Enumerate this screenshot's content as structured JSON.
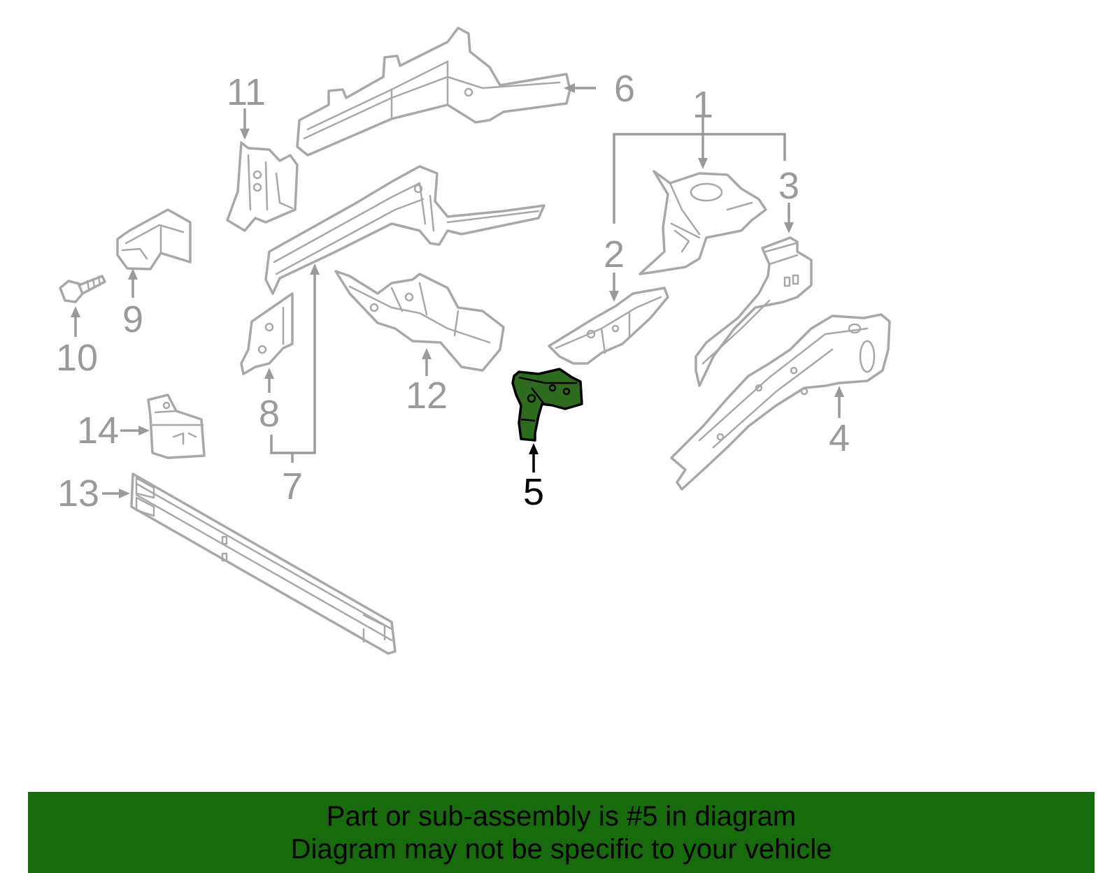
{
  "diagram": {
    "highlighted_part": "5",
    "callouts": {
      "c1": "1",
      "c2": "2",
      "c3": "3",
      "c4": "4",
      "c5": "5",
      "c6": "6",
      "c7": "7",
      "c8": "8",
      "c9": "9",
      "c10": "10",
      "c11": "11",
      "c12": "12",
      "c13": "13",
      "c14": "14"
    },
    "colors": {
      "highlight_fill": "#2e6b1f",
      "part_outline": "#a8a8a8",
      "callout_text": "#9a9a9a",
      "banner_background": "#176b0d"
    }
  },
  "banner": {
    "line1": "Part or sub-assembly is #5 in diagram",
    "line2": "Diagram may not be specific to your vehicle"
  }
}
